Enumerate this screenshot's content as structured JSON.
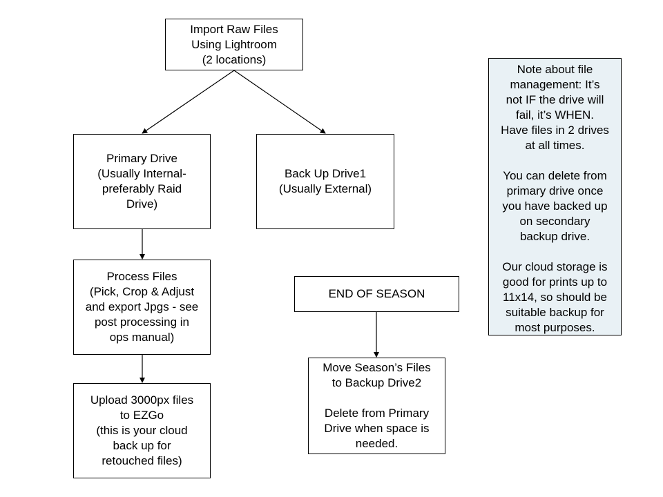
{
  "nodes": {
    "import": "Import Raw Files\nUsing Lightroom\n(2 locations)",
    "primary": "Primary Drive\n(Usually Internal-\npreferably Raid\nDrive)",
    "backup1": "Back Up Drive1\n(Usually External)",
    "process": "Process Files\n(Pick, Crop & Adjust\nand export Jpgs - see\npost processing in\nops manual)",
    "upload": "Upload 3000px files\nto EZGo\n(this is your cloud\nback up for\nretouched files)",
    "season": "END OF SEASON",
    "move": "Move Season’s Files\nto Backup Drive2\n\nDelete from Primary\nDrive when space is\nneeded.",
    "note": "Note about file\nmanagement: It’s\nnot IF the drive will\nfail, it’s WHEN.\nHave files in 2 drives\nat all times.\n\nYou can delete from\nprimary drive once\nyou have backed up\non secondary\nbackup drive.\n\nOur cloud storage is\ngood for prints up to\n11x14, so should be\nsuitable backup for\nmost purposes."
  },
  "colors": {
    "note_background": "#e9f1f5",
    "border": "#000000"
  }
}
